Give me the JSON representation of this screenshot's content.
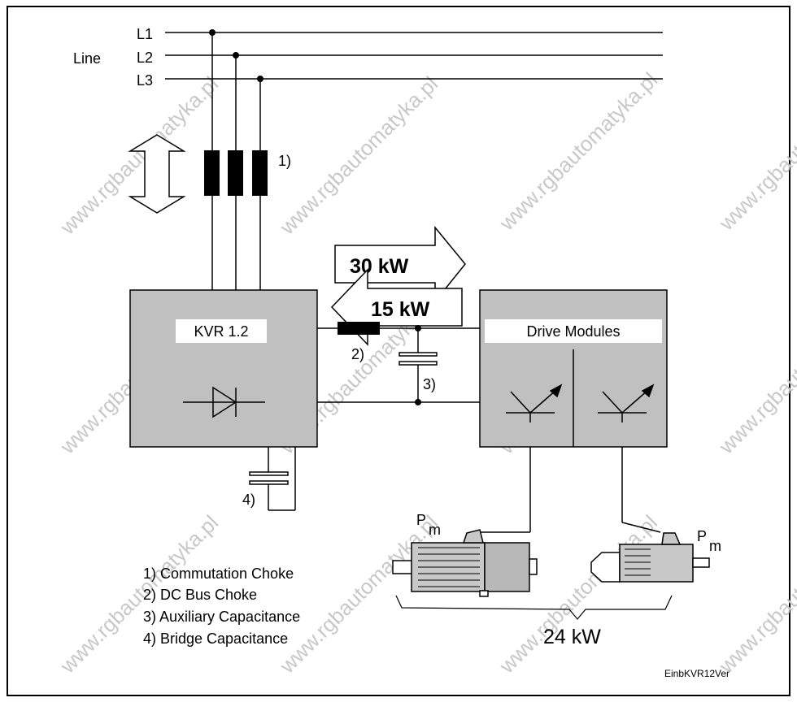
{
  "colors": {
    "module_fill": "#c0c0c0",
    "line": "#000000",
    "background": "#ffffff",
    "watermark": "#c8c8c8"
  },
  "labels": {
    "line": "Line",
    "l1": "L1",
    "l2": "L2",
    "l3": "L3",
    "choke_ref": "1)",
    "dc_choke_ref": "2)",
    "aux_cap_ref": "3)",
    "bridge_cap_ref": "4)",
    "kvr": "KVR 1.2",
    "drive_modules": "Drive Modules",
    "power_out": "30 kW",
    "power_back": "15 kW",
    "pm_left": "P",
    "pm_left_sub": "m",
    "pm_right": "P",
    "pm_right_sub": "m",
    "motors_total": "24 kW",
    "figure_id": "EinbKVR12Ver"
  },
  "legend": [
    "1) Commutation Choke",
    "2) DC Bus Choke",
    "3) Auxiliary Capacitance",
    "4) Bridge Capacitance"
  ],
  "watermark": "www.rgbautomatyka.pl"
}
